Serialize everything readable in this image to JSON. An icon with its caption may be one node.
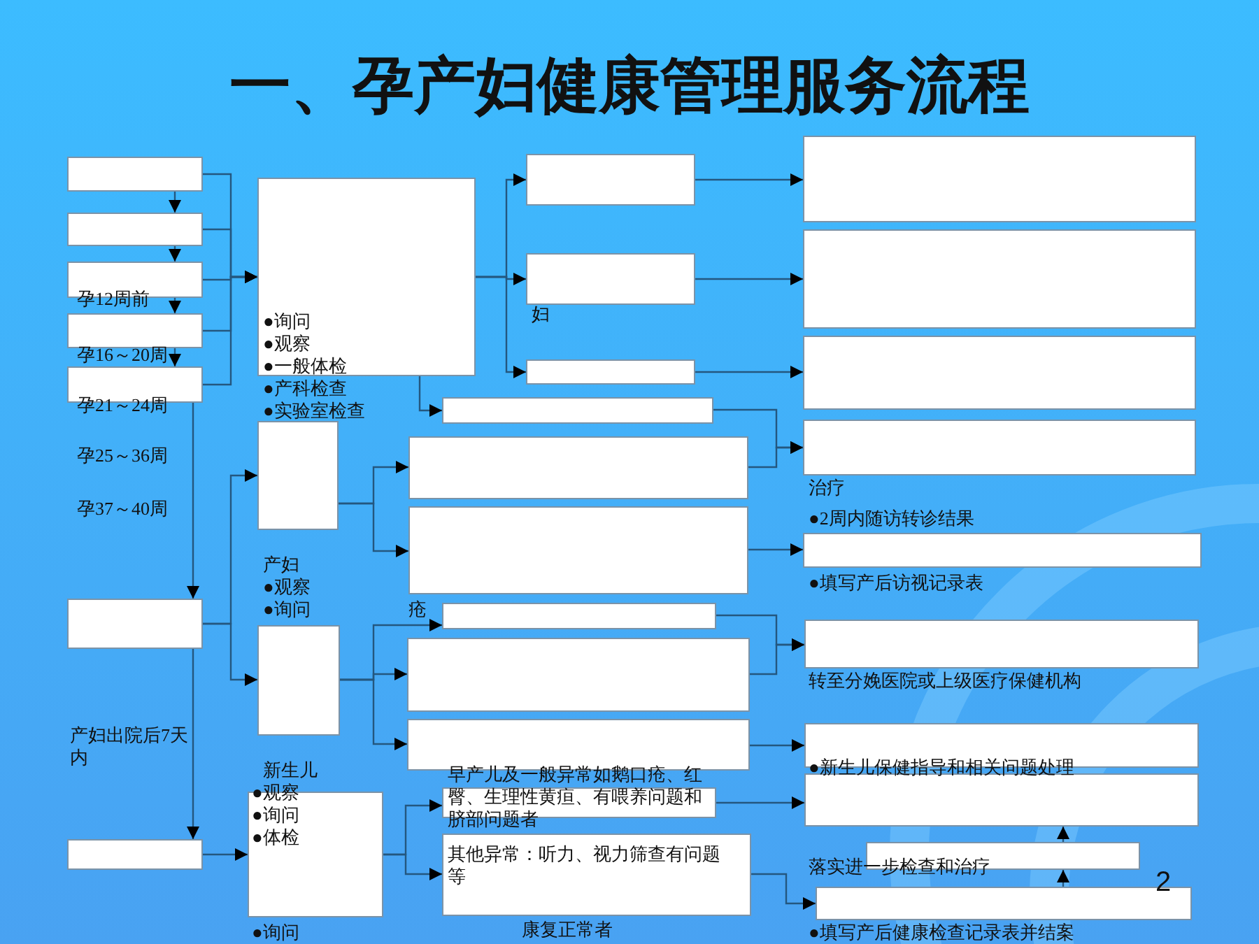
{
  "diagram": {
    "title": "一、孕产妇健康管理服务流程",
    "nodes": [
      {
        "text": [],
        "shape": "box"
      },
      {
        "text": [],
        "shape": "box"
      },
      {
        "text": [],
        "shape": "box"
      },
      {
        "text": [],
        "shape": "box"
      },
      {
        "text": [],
        "shape": "box"
      },
      {
        "text": [],
        "shape": "box"
      },
      {
        "text": [],
        "shape": "box"
      },
      {
        "text": [],
        "shape": "box"
      },
      {
        "text": [],
        "shape": "box"
      },
      {
        "text": [],
        "shape": "box"
      },
      {
        "text": [],
        "shape": "box"
      },
      {
        "text": [],
        "shape": "box"
      },
      {
        "text": [],
        "shape": "box"
      },
      {
        "text": [],
        "shape": "box"
      },
      {
        "text": [],
        "shape": "box"
      },
      {
        "text": [],
        "shape": "box"
      },
      {
        "text": [],
        "shape": "box"
      },
      {
        "text": [],
        "shape": "box"
      },
      {
        "text": [],
        "shape": "box"
      },
      {
        "text": [],
        "shape": "box"
      },
      {
        "text": [],
        "shape": "box"
      },
      {
        "text": [],
        "shape": "box"
      },
      {
        "text": [],
        "shape": "box"
      },
      {
        "text": [],
        "shape": "box"
      },
      {
        "text": [],
        "shape": "box"
      },
      {
        "text": [],
        "shape": "box"
      },
      {
        "text": [],
        "shape": "box"
      },
      {
        "text": [],
        "shape": "box"
      },
      {
        "text": [],
        "shape": "box"
      },
      {
        "text": [],
        "shape": "box"
      },
      {
        "text": [],
        "shape": "box"
      },
      {
        "text": [],
        "shape": "box"
      }
    ],
    "edges": [
      {
        "from": 0,
        "to": 1,
        "arrow": "to"
      },
      {
        "from": 1,
        "to": 2,
        "arrow": "to"
      },
      {
        "from": 2,
        "to": 3,
        "arrow": "to"
      },
      {
        "from": 3,
        "to": 4,
        "arrow": "to"
      },
      {
        "from": 4,
        "to": 18,
        "arrow": "to"
      },
      {
        "from": 18,
        "to": 25,
        "arrow": "to"
      },
      {
        "from": 0,
        "to": 5,
        "arrow": "to"
      },
      {
        "from": 1,
        "to": 5,
        "arrow": "to"
      },
      {
        "from": 2,
        "to": 5,
        "arrow": "to"
      },
      {
        "from": 3,
        "to": 5,
        "arrow": "to"
      },
      {
        "from": 4,
        "to": 5,
        "arrow": "to"
      },
      {
        "from": 5,
        "to": 6,
        "arrow": "to"
      },
      {
        "from": 5,
        "to": 7,
        "arrow": "to"
      },
      {
        "from": 5,
        "to": 8,
        "arrow": "to"
      },
      {
        "from": 6,
        "to": 9,
        "arrow": "to"
      },
      {
        "from": 7,
        "to": 10,
        "arrow": "to"
      },
      {
        "from": 8,
        "to": 11,
        "arrow": "to"
      },
      {
        "from": 5,
        "to": 12,
        "arrow": "to"
      },
      {
        "from": 13,
        "to": 14,
        "arrow": "to"
      },
      {
        "from": 13,
        "to": 16,
        "arrow": "to"
      },
      {
        "from": 12,
        "to": 15,
        "arrow": "to"
      },
      {
        "from": 14,
        "to": 15,
        "arrow": "to"
      },
      {
        "from": 16,
        "to": 17,
        "arrow": "to"
      },
      {
        "from": 18,
        "to": 13,
        "arrow": "to"
      },
      {
        "from": 18,
        "to": 19,
        "arrow": "to"
      },
      {
        "from": 19,
        "to": 20,
        "arrow": "to"
      },
      {
        "from": 19,
        "to": 21,
        "arrow": "to"
      },
      {
        "from": 19,
        "to": 23,
        "arrow": "to"
      },
      {
        "from": 20,
        "to": 22,
        "arrow": "to"
      },
      {
        "from": 21,
        "to": 22,
        "arrow": "to"
      },
      {
        "from": 23,
        "to": 24,
        "arrow": "to"
      },
      {
        "from": 25,
        "to": 26,
        "arrow": "to"
      },
      {
        "from": 26,
        "to": 27,
        "arrow": "to"
      },
      {
        "from": 26,
        "to": 28,
        "arrow": "to"
      },
      {
        "from": 27,
        "to": 29,
        "arrow": "to"
      },
      {
        "from": 28,
        "to": 31,
        "arrow": "to"
      },
      {
        "from": 31,
        "to": 30,
        "arrow": "to"
      },
      {
        "from": 30,
        "to": 29,
        "arrow": "to"
      }
    ],
    "labels": [
      "孕12周前",
      "孕16～20周",
      "孕21～24周",
      "孕25～36周",
      "孕37～40周",
      "●询问",
      "●观察",
      "●一般体检",
      "●产科检查",
      "●实验室检查",
      "妇",
      "治疗",
      "●2周内随访转诊结果",
      "产妇",
      "●观察",
      "●询问",
      "●填写产后访视记录表",
      "疮",
      "转至分娩医院或上级医疗保健机构",
      "产妇出院后7天内",
      "新生儿",
      "●新生儿保健指导和相关问题处理",
      "●观察",
      "早产儿及一般异常如鹅口疮、红臀、生理性黄疸、有喂养问题和脐部问题者",
      "●询问",
      "●体检",
      "其他异常：听力、视力筛查有问题等",
      "2",
      "落实进一步检查和治疗",
      "康复正常者",
      "●询问",
      "●填写产后健康检查记录表并结案"
    ]
  }
}
